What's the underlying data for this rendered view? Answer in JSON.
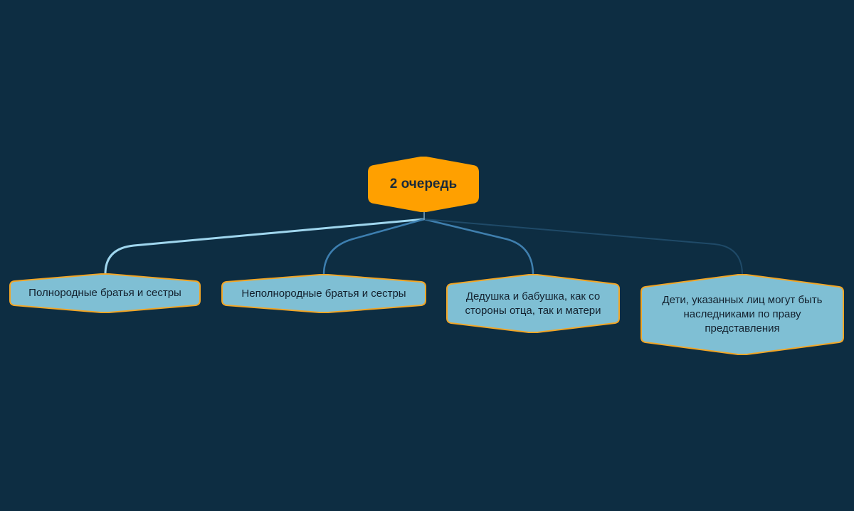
{
  "diagram": {
    "root": {
      "label": "2 очередь"
    },
    "children": [
      {
        "label": "Полнородные братья и сестры"
      },
      {
        "label": "Неполнородные братья и сестры"
      },
      {
        "label": "Дедушка и бабушка, как со стороны отца, так и матери"
      },
      {
        "label": "Дети, указанных лиц могут быть наследниками по праву представления"
      }
    ]
  },
  "colors": {
    "background": "#0d2d42",
    "root_fill": "#ffa000",
    "child_fill": "#7fbfd4",
    "child_border": "#f2a626",
    "link_1": "#9fd6ee",
    "link_2": "#3d7fb0",
    "link_3": "#3f7fae",
    "link_4": "#1f4a68"
  }
}
